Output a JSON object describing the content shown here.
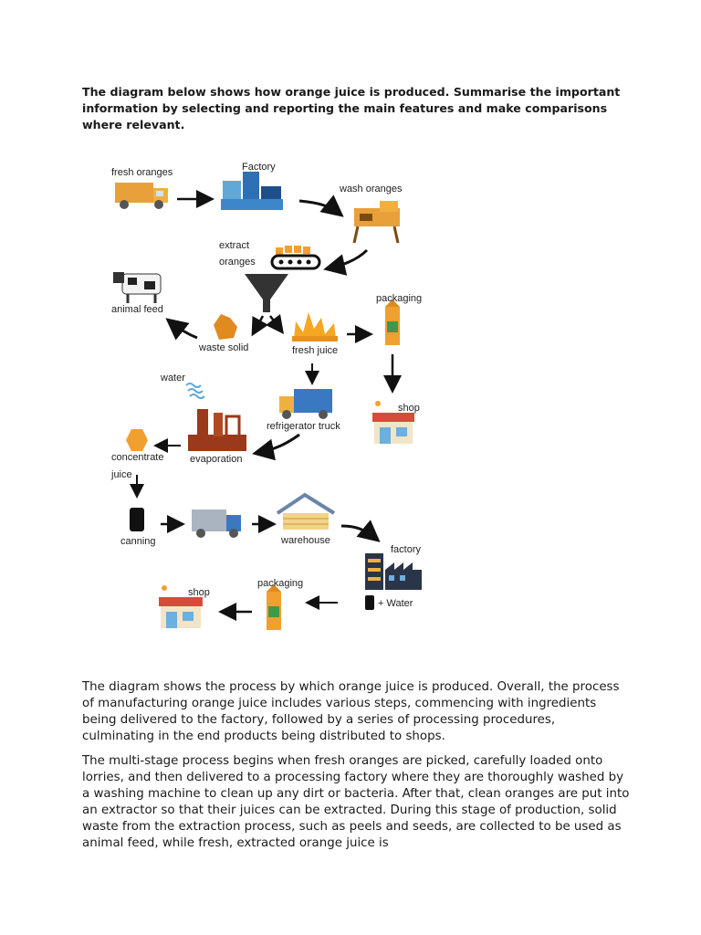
{
  "task": {
    "prompt": "The diagram below shows how orange juice is produced. Summarise the important information by selecting and reporting the main features and make comparisons where relevant."
  },
  "diagram": {
    "labels": {
      "fresh_oranges": "fresh oranges",
      "factory_top": "Factory",
      "wash_oranges": "wash oranges",
      "extract": "extract",
      "oranges": "oranges",
      "animal_feed": "animal feed",
      "waste_solid": "waste solid",
      "fresh_juice": "fresh juice",
      "packaging_top": "packaging",
      "water": "water",
      "refrigerator_truck": "refrigerator truck",
      "shop_top": "shop",
      "concentrate": "concentrate",
      "juice": "juice",
      "evaporation": "evaporation",
      "canning": "canning",
      "warehouse": "warehouse",
      "factory_bottom": "factory",
      "plus_water": "+ Water",
      "packaging_bottom": "packaging",
      "shop_bottom": "shop"
    },
    "colors": {
      "orange": "#f0a030",
      "truck_blue": "#3a78c2",
      "factory_blue": "#2f6fb3",
      "evaporator_brown": "#9a3a1a",
      "arrow": "#111111"
    }
  },
  "essay": {
    "paragraph_1": "The diagram shows the process by which orange juice is produced. Overall, the process of manufacturing orange juice includes various steps, commencing with ingredients being delivered to the factory, followed by a series of processing procedures, culminating in the end products being distributed to shops.",
    "paragraph_2": "The multi-stage process begins when fresh oranges are picked, carefully loaded onto lorries, and then delivered to a processing factory where they are thoroughly washed by a washing machine to clean up any dirt or bacteria. After that, clean oranges are put into an extractor so that their juices can be extracted. During this stage of production, solid waste from the extraction process, such as peels and seeds, are collected to be used as animal feed, while fresh, extracted orange juice is"
  }
}
